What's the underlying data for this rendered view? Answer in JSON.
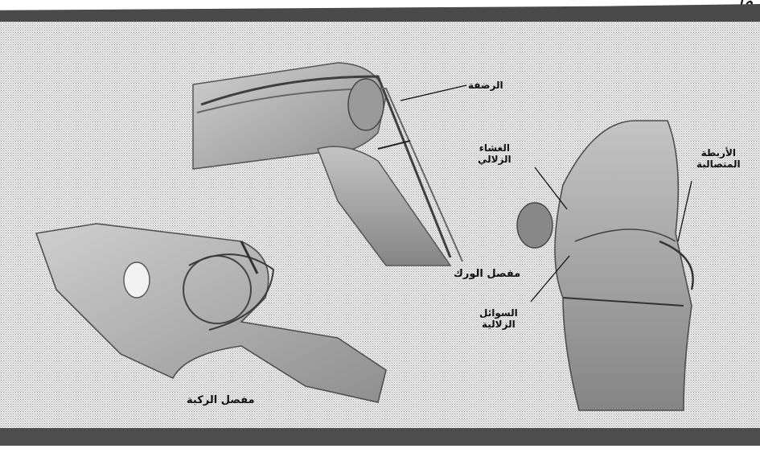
{
  "page": {
    "heading_fragment": "وإ"
  },
  "labels": {
    "ligament": "الرضفة",
    "synovial_membrane": [
      "الغشاء",
      "الزلالي"
    ],
    "cruciate_ligaments": [
      "الأربطة",
      "المتصالبة"
    ],
    "synovial_fluid": [
      "السوائل",
      "الزلالية"
    ],
    "hip_joint": "مفصل الورك",
    "knee_joint": "مفصل الركبة"
  }
}
